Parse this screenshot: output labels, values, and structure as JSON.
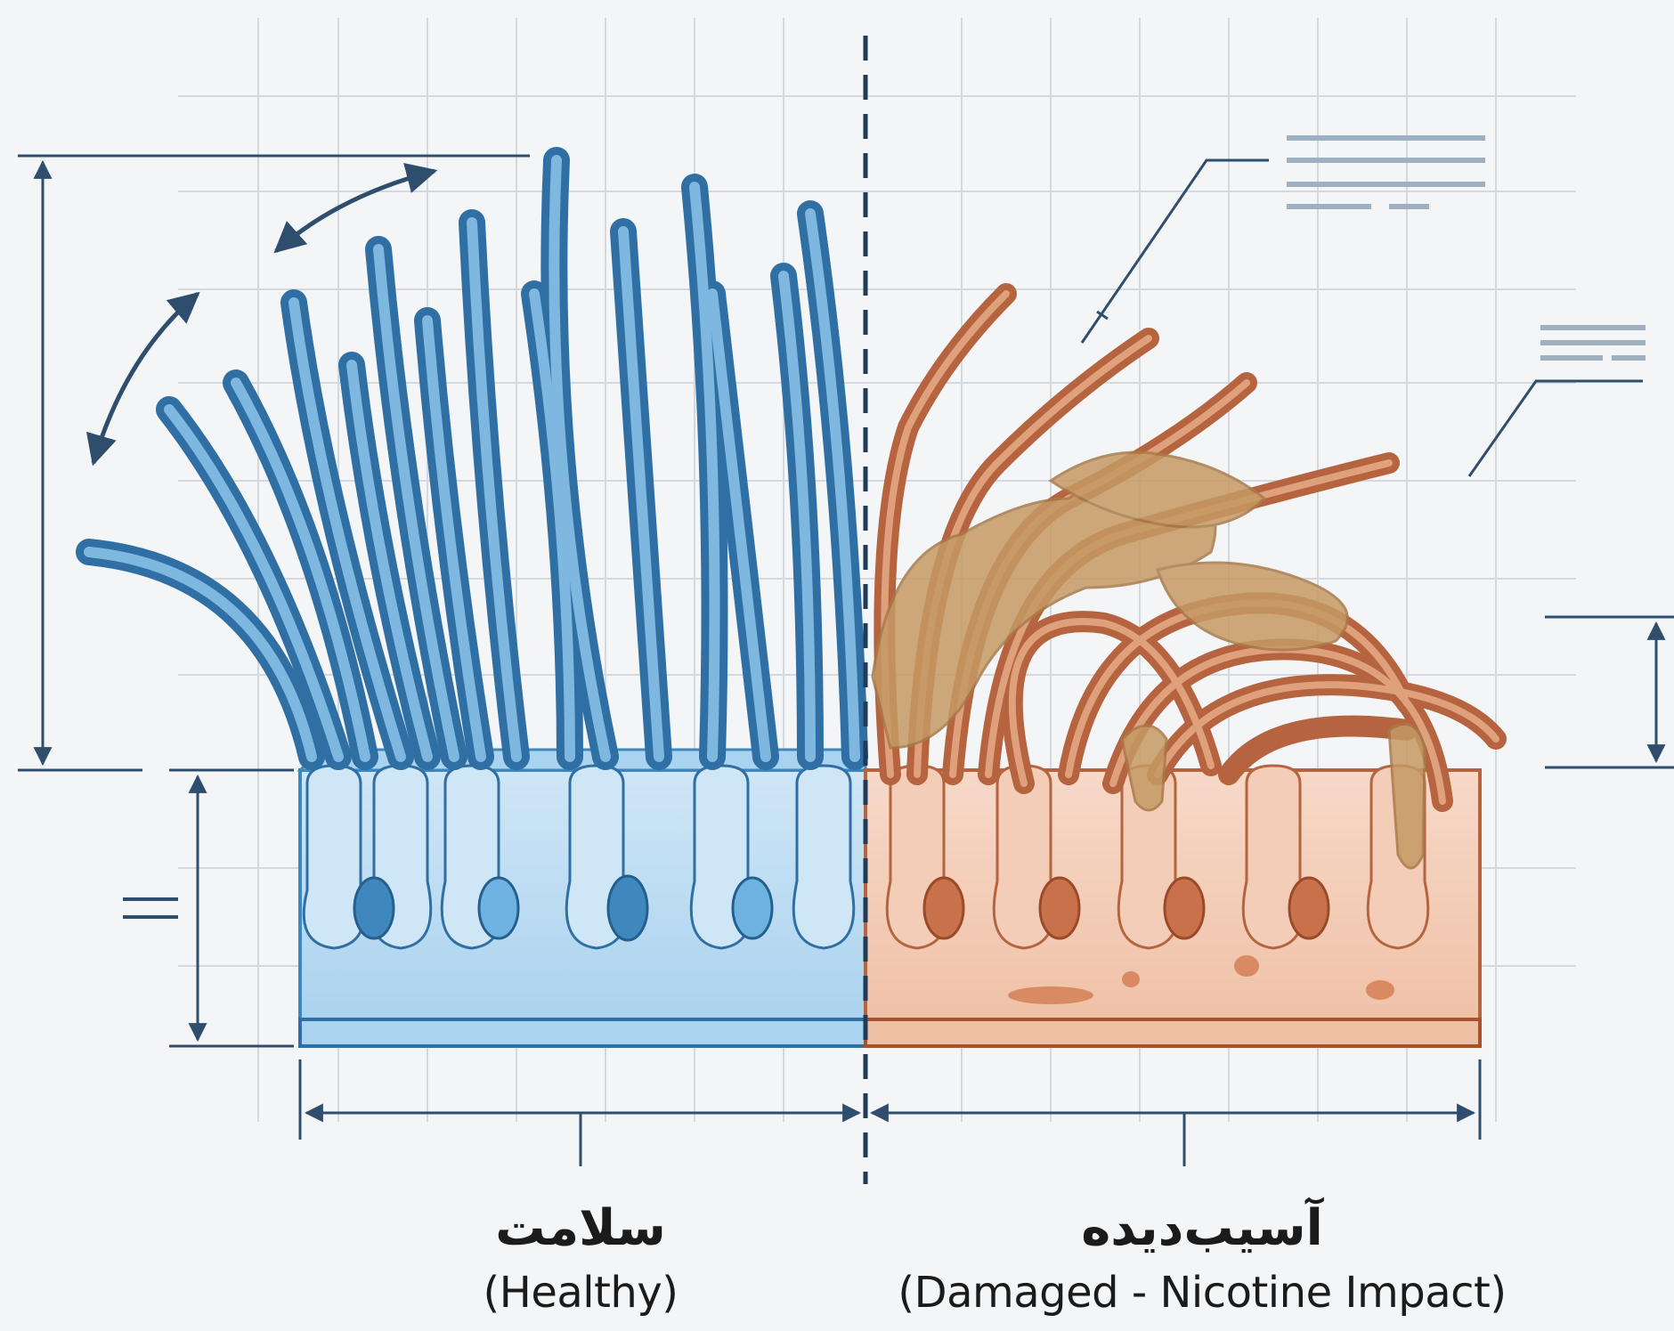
{
  "labels": {
    "healthy_fa": "سلامت",
    "healthy_en": "(Healthy)",
    "damaged_fa": "آسیب‌دیده",
    "damaged_en": "(Damaged - Nicotine Impact)"
  },
  "colors": {
    "background": "#f3f5f6",
    "grid": "#d3d9de",
    "annotation": "#2f4e6e",
    "healthy_dark": "#3f88be",
    "healthy_light": "#a9d3ef",
    "healthy_tissue": "#bcdcf2",
    "damaged_dark": "#b5643f",
    "damaged_light": "#dca27a",
    "damaged_tissue": "#f1c7ae",
    "mucus": "#c59a64"
  },
  "icons": [
    "double-arrow-icon",
    "curved-motion-arrow-icon",
    "dashed-divider-icon"
  ]
}
